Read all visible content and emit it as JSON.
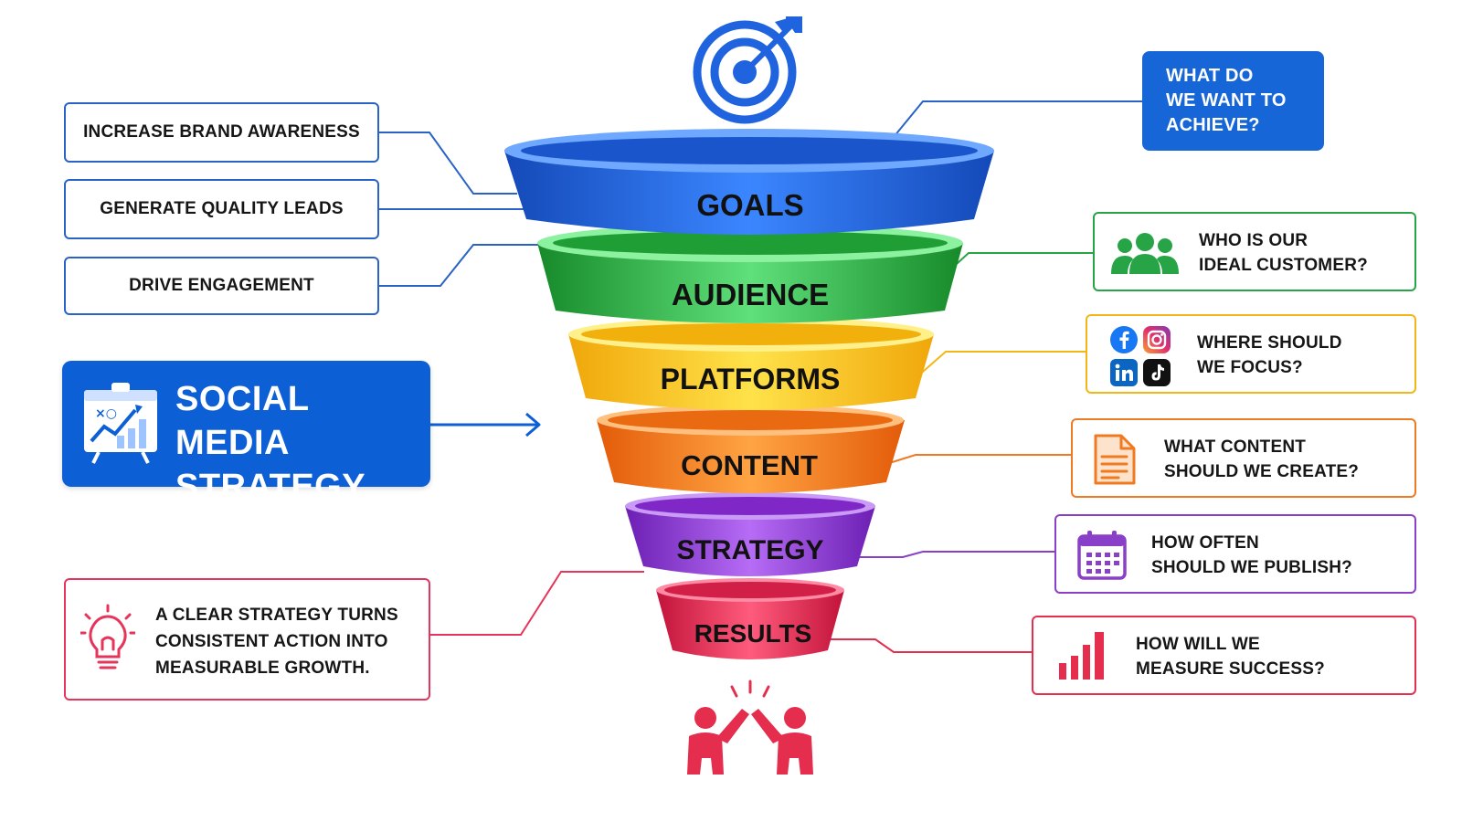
{
  "hero": {
    "title_line1": "SOCIAL MEDIA",
    "title_line2": "STRATEGY",
    "icon": "strategy-board-icon"
  },
  "top_icon": "target-arrow-icon",
  "bottom_icon": "high-five-icon",
  "funnel": {
    "stages": [
      {
        "label": "GOALS",
        "color": "#1f63df"
      },
      {
        "label": "AUDIENCE",
        "color": "#22b83a"
      },
      {
        "label": "PLATFORMS",
        "color": "#f7c417"
      },
      {
        "label": "CONTENT",
        "color": "#f47b13"
      },
      {
        "label": "STRATEGY",
        "color": "#8e2fd6"
      },
      {
        "label": "RESULTS",
        "color": "#e8264f"
      }
    ]
  },
  "goals": {
    "items": [
      "INCREASE BRAND AWARENESS",
      "GENERATE QUALITY LEADS",
      "DRIVE ENGAGEMENT"
    ],
    "question_lines": [
      "WHAT DO",
      "WE WANT TO",
      "ACHIEVE?"
    ]
  },
  "questions": [
    {
      "lines": [
        "WHO IS OUR",
        "IDEAL CUSTOMER?"
      ],
      "icon": "users-group-icon",
      "color": "#27a446"
    },
    {
      "lines": [
        "WHERE SHOULD",
        "WE FOCUS?"
      ],
      "icon": "social-platforms-icon",
      "color": "#f2b716"
    },
    {
      "lines": [
        "WHAT CONTENT",
        "SHOULD WE CREATE?"
      ],
      "icon": "document-icon",
      "color": "#f07a22"
    },
    {
      "lines": [
        "HOW OFTEN",
        "SHOULD WE PUBLISH?"
      ],
      "icon": "calendar-icon",
      "color": "#8a3fc9"
    },
    {
      "lines": [
        "HOW WILL WE",
        "MEASURE SUCCESS?"
      ],
      "icon": "bar-chart-icon",
      "color": "#e52e4d"
    }
  ],
  "tip": {
    "lines": [
      "A CLEAR STRATEGY TURNS",
      "CONSISTENT ACTION INTO",
      "MEASURABLE GROWTH."
    ],
    "icon": "lightbulb-icon",
    "color": "#e5355a"
  },
  "colors": {
    "primary_blue": "#0d5fd6",
    "goal_line": "#2a63c6"
  }
}
